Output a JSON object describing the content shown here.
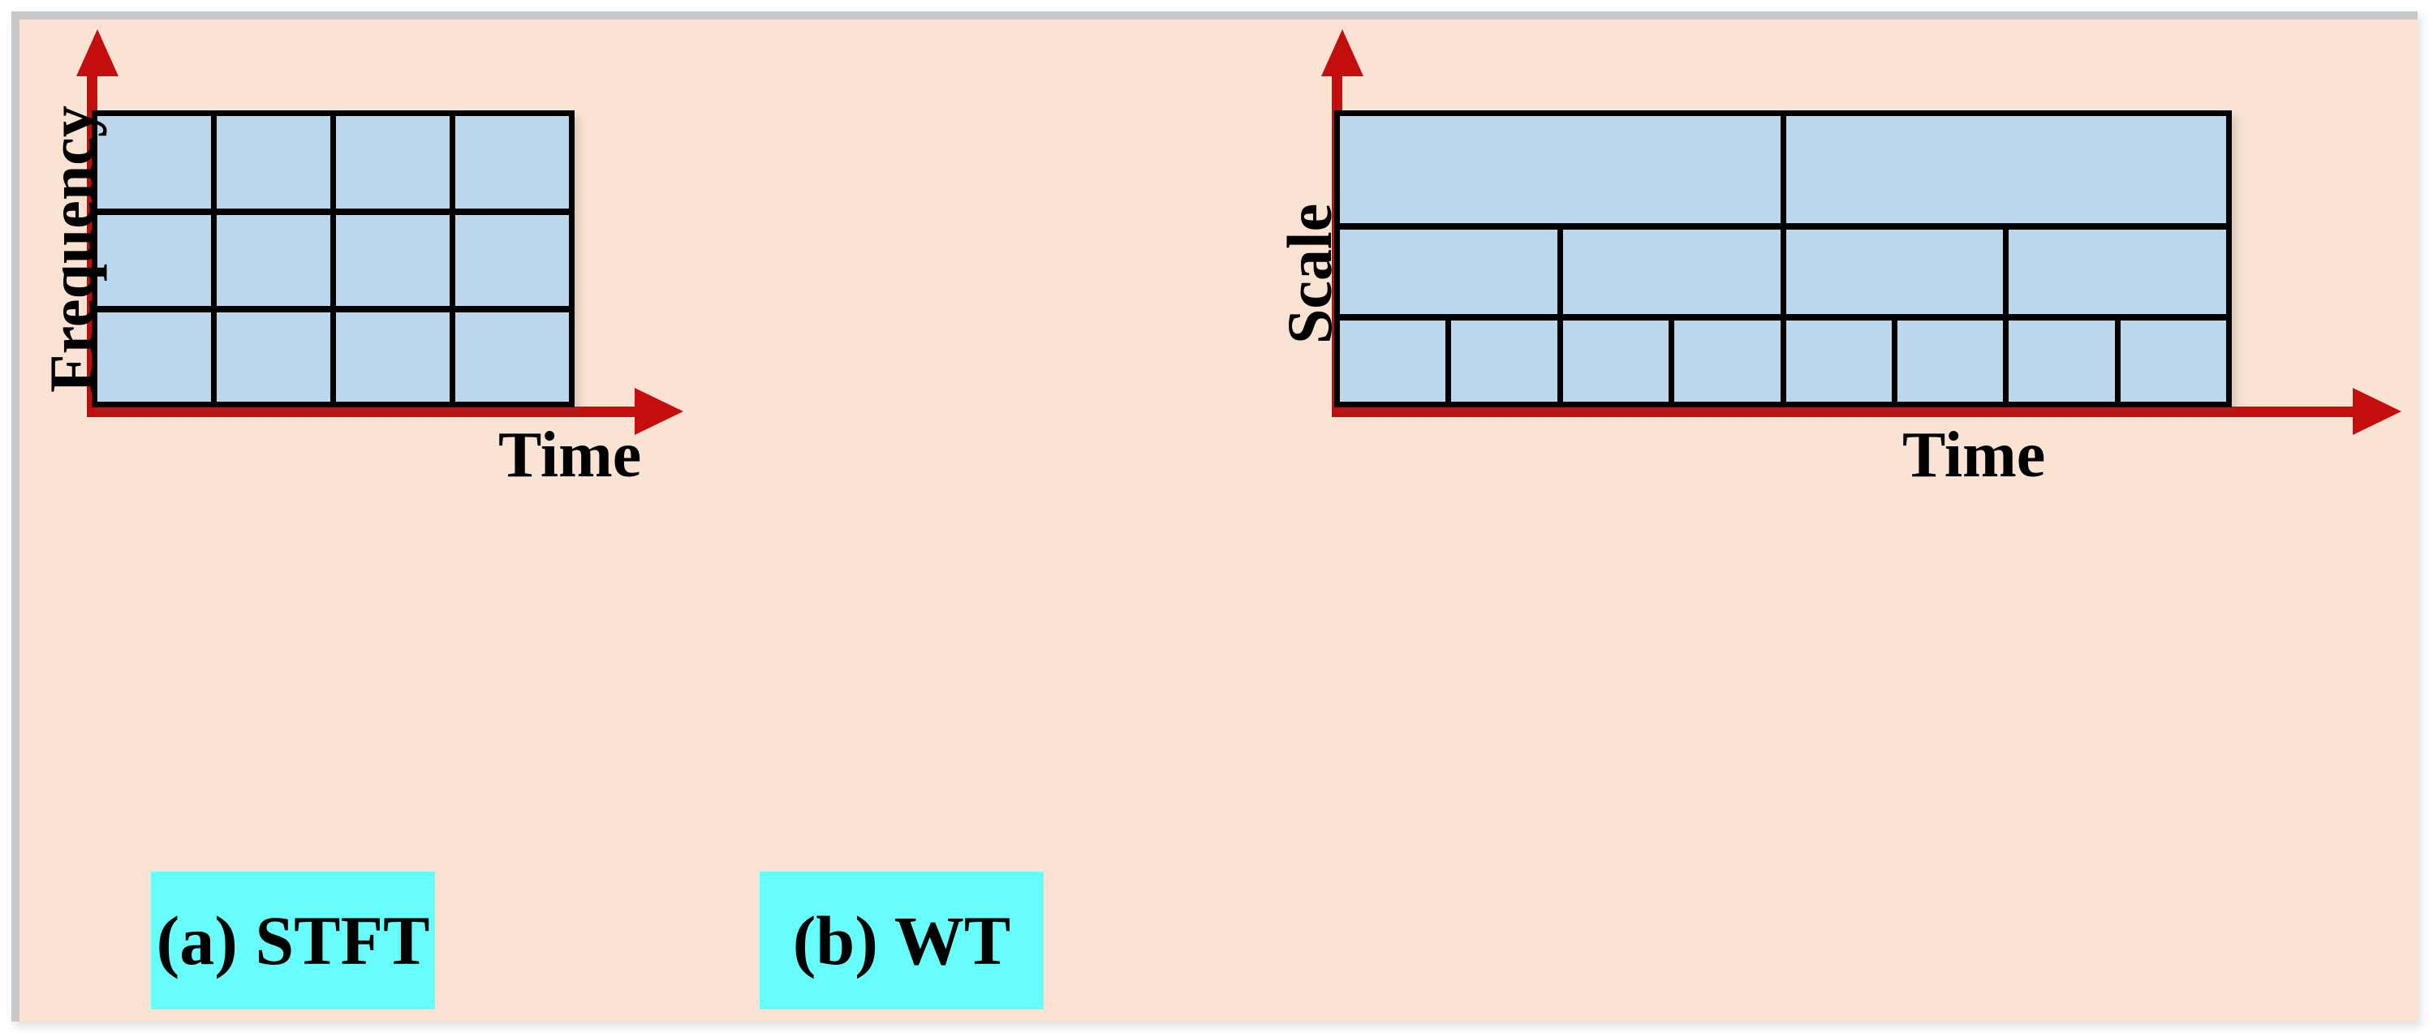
{
  "figure": {
    "background_color": "#fae3d2",
    "frame_color": "#c8c9cb",
    "tile_fill_color": "#bcd6ec",
    "tile_border_color": "#000000",
    "axis_color": "#c40d0d",
    "caption_box_color": "#66fdfb"
  },
  "panels": [
    {
      "id": "stft",
      "caption": "(a) STFT",
      "y_axis_label": "Frequency",
      "x_axis_label": "Time",
      "tiling": {
        "rows_top_to_bottom": [
          4,
          4,
          4
        ],
        "description": "uniform rectangular tiling"
      }
    },
    {
      "id": "wt",
      "caption": "(b) WT",
      "y_axis_label": "Scale",
      "x_axis_label": "Time",
      "tiling": {
        "rows_top_to_bottom": [
          2,
          4,
          8
        ],
        "description": "dyadic tiling, cell count doubles each row downward"
      }
    }
  ],
  "chart_data": {
    "type": "diagram",
    "title": "Time-frequency tiling comparison",
    "panels": [
      {
        "name": "(a) STFT",
        "xlabel": "Time",
        "ylabel": "Frequency",
        "rows": [
          {
            "row_index": 0,
            "position": "top",
            "cells": 4
          },
          {
            "row_index": 1,
            "position": "middle",
            "cells": 4
          },
          {
            "row_index": 2,
            "position": "bottom",
            "cells": 4
          }
        ],
        "total_cells": 12
      },
      {
        "name": "(b) WT",
        "xlabel": "Time",
        "ylabel": "Scale",
        "rows": [
          {
            "row_index": 0,
            "position": "top",
            "cells": 2
          },
          {
            "row_index": 1,
            "position": "middle",
            "cells": 4
          },
          {
            "row_index": 2,
            "position": "bottom",
            "cells": 8
          }
        ],
        "total_cells": 14
      }
    ]
  }
}
